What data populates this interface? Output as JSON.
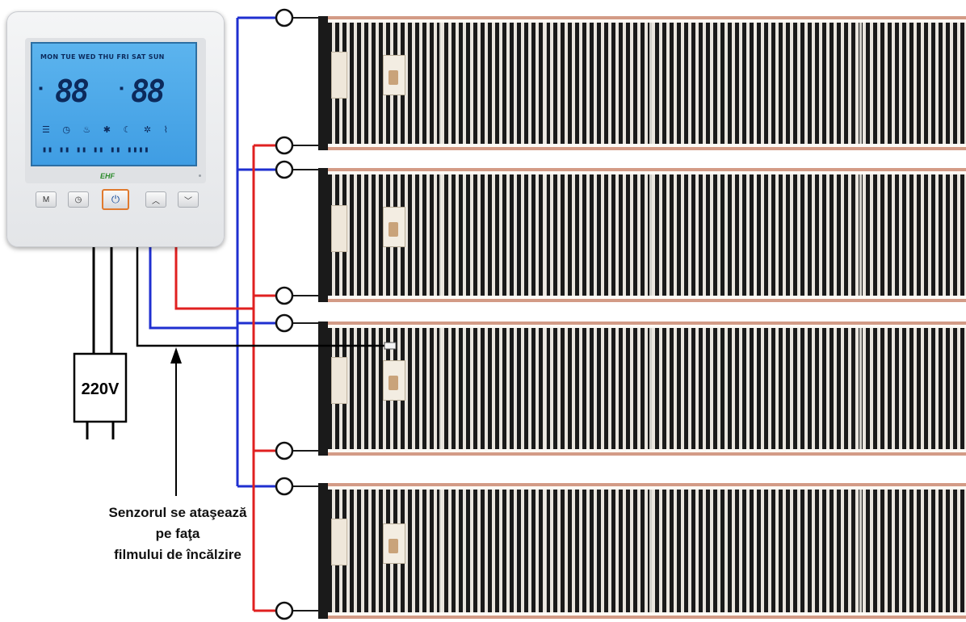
{
  "thermostat": {
    "days_row": "MON TUE WED THU FRI SAT SUN",
    "display_left": "88",
    "display_right": "88",
    "brand": "EHF",
    "buttons": [
      {
        "name": "mode-button",
        "icon": "M"
      },
      {
        "name": "clock-button",
        "icon": "clock-icon"
      },
      {
        "name": "power-button",
        "icon": "power-icon"
      },
      {
        "name": "up-button",
        "icon": "chevron-up-icon"
      },
      {
        "name": "down-button",
        "icon": "chevron-down-icon"
      }
    ],
    "lcd_color": "#4aa8ea"
  },
  "power_plug": {
    "label": "220V"
  },
  "sensor_caption": {
    "line1": "Senzorul se ataşează",
    "line2": "pe faţa",
    "line3": "filmului de încălzire"
  },
  "heating_films": [
    {
      "name": "film-1"
    },
    {
      "name": "film-2"
    },
    {
      "name": "film-3"
    },
    {
      "name": "film-4"
    }
  ],
  "colors": {
    "live_wire": "#e02020",
    "neutral_wire": "#1f2fd0",
    "sensor_wire": "#000000",
    "film_copper": "#d39b86"
  }
}
